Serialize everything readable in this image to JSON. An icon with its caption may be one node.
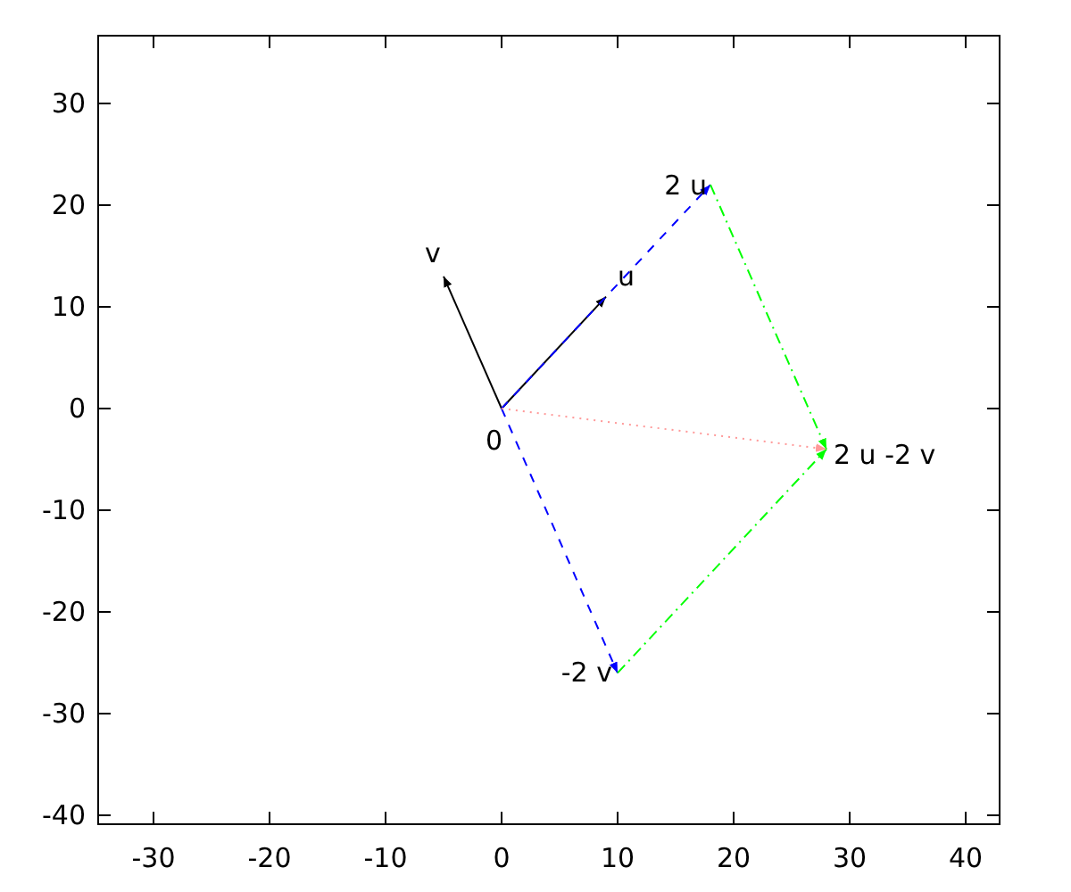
{
  "diagram": {
    "nodes": [
      {
        "text": [
          "2 u"
        ]
      },
      {
        "text": [
          "v"
        ]
      },
      {
        "text": [
          "u"
        ]
      },
      {
        "text": [
          "0"
        ]
      },
      {
        "text": [
          "2 u -2 v"
        ]
      },
      {
        "text": [
          "-2 v"
        ]
      }
    ],
    "edges": [
      {
        "from": 3,
        "to": 2,
        "arrow": "to"
      },
      {
        "from": 3,
        "to": 1,
        "arrow": "to"
      },
      {
        "from": 3,
        "to": 0,
        "arrow": "to",
        "style": "dashed",
        "color": "#0000ff"
      },
      {
        "from": 3,
        "to": 5,
        "arrow": "to",
        "style": "dashed",
        "color": "#0000ff"
      },
      {
        "from": 0,
        "to": 4,
        "arrow": "to",
        "style": "dashed",
        "color": "#00ff00"
      },
      {
        "from": 5,
        "to": 4,
        "arrow": "to",
        "style": "dashed",
        "color": "#00ff00"
      },
      {
        "from": 3,
        "to": 4,
        "arrow": "to",
        "style": "dashed",
        "color": "#ff9999"
      }
    ],
    "labels": [
      "30",
      "20",
      "10",
      "0",
      "-10",
      "-20",
      "-30",
      "-40",
      "-30",
      "-20",
      "-10",
      "0",
      "10",
      "20",
      "30",
      "40"
    ]
  }
}
